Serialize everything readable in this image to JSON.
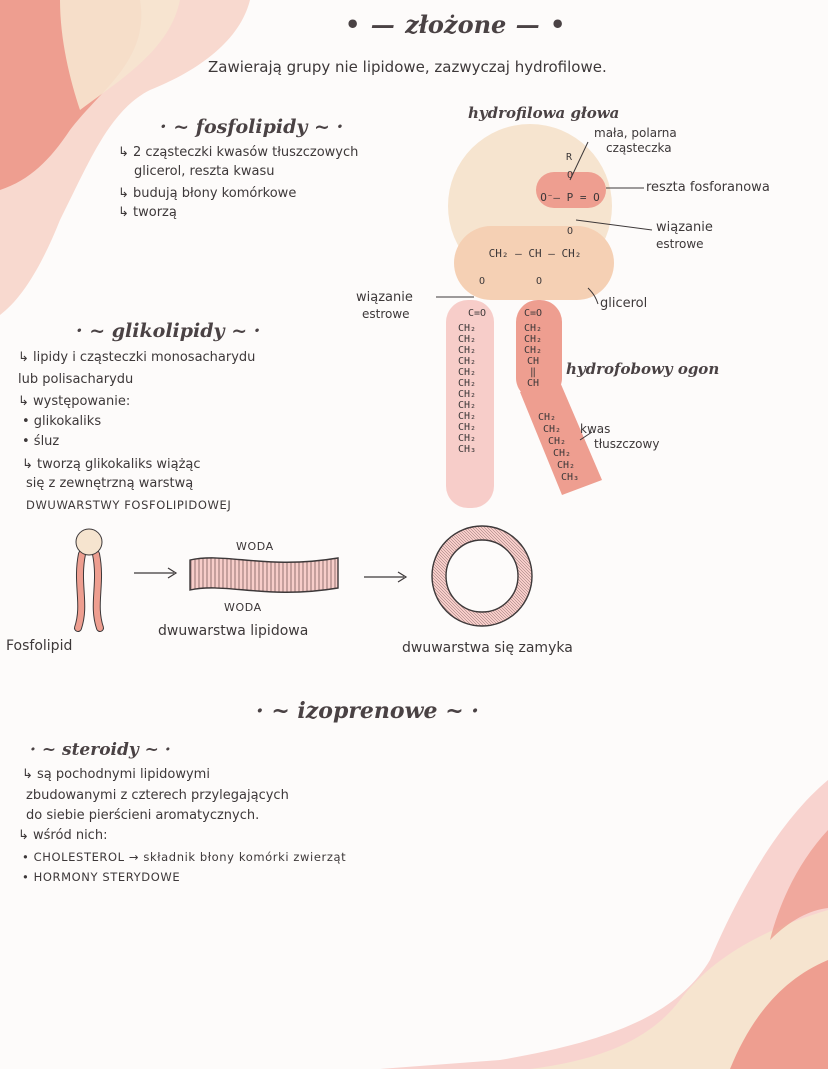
{
  "header": {
    "title": "złożone",
    "subtitle": "Zawierają grupy nie lipidowe, zazwyczaj hydrofilowe."
  },
  "fosfolipidy": {
    "title": "fosfolipidy",
    "lines": [
      "↳ 2 cząsteczki kwasów tłuszczowych",
      "glicerol, reszta kwasu",
      "↳ budują błony komórkowe",
      "↳ tworzą"
    ]
  },
  "glikolipidy": {
    "title": "glikolipidy",
    "lines": [
      "↳ lipidy i cząsteczki monosacharydu",
      "lub polisacharydu",
      "↳ występowanie:",
      "• glikokaliks",
      "• śluz",
      "↳ tworzą glikokaliks wiążąc",
      "się z zewnętrzną warstwą",
      "DWUWARSTWY FOSFOLIPIDOWEJ"
    ]
  },
  "molecule": {
    "head_label": "hydrofilowa głowa",
    "small_polar": [
      "mała, polarna",
      "cząsteczka"
    ],
    "phosphate": "reszta fosforanowa",
    "ester_right": [
      "wiązanie",
      "estrowe"
    ],
    "ester_left": [
      "wiązanie",
      "estrowe"
    ],
    "glycerol": "glicerol",
    "tail_label": "hydrofobowy ogon",
    "fatty_acid": [
      "kwas",
      "tłuszczowy"
    ],
    "r": "R",
    "o_top": "O",
    "p_row": "O⁻– P = O",
    "o_bottom": "O",
    "glycerol_chain": "CH₂ – CH – CH₂",
    "o_left": "O",
    "o_right": "O",
    "co_left": "C=O",
    "co_right": "C=O",
    "left_chain": [
      "CH₂",
      "CH₂",
      "CH₂",
      "CH₂",
      "CH₂",
      "CH₂",
      "CH₂",
      "CH₂",
      "CH₂",
      "CH₂",
      "CH₂",
      "CH₃"
    ],
    "right_chain_top": [
      "CH₂",
      "CH₂",
      "CH₂",
      "CH",
      "‖",
      "CH"
    ],
    "right_chain_bottom": [
      "CH₂",
      "CH₂",
      "CH₂",
      "CH₂",
      "CH₂",
      "CH₃"
    ]
  },
  "diagram": {
    "phospholipid_label": "Fosfolipid",
    "water_top": "WODA",
    "water_bottom": "WODA",
    "bilayer_label": "dwuwarstwa lipidowa",
    "closing_label": "dwuwarstwa się zamyka"
  },
  "izoprenowe": {
    "title": "izoprenowe"
  },
  "steroidy": {
    "title": "steroidy",
    "lines": [
      "↳ są pochodnymi lipidowymi",
      "zbudowanymi z czterech przylegających",
      "do siebie pierścieni aromatycznych.",
      "↳ wśród nich:",
      "• CHOLESTEROL → składnik błony komórki zwierząt",
      "• HORMONY STERYDOWE"
    ]
  },
  "colors": {
    "salmon": "#ee9e90",
    "peach": "#f5d6bd",
    "cream": "#f6e4cf",
    "pink": "#f7cdc9"
  }
}
